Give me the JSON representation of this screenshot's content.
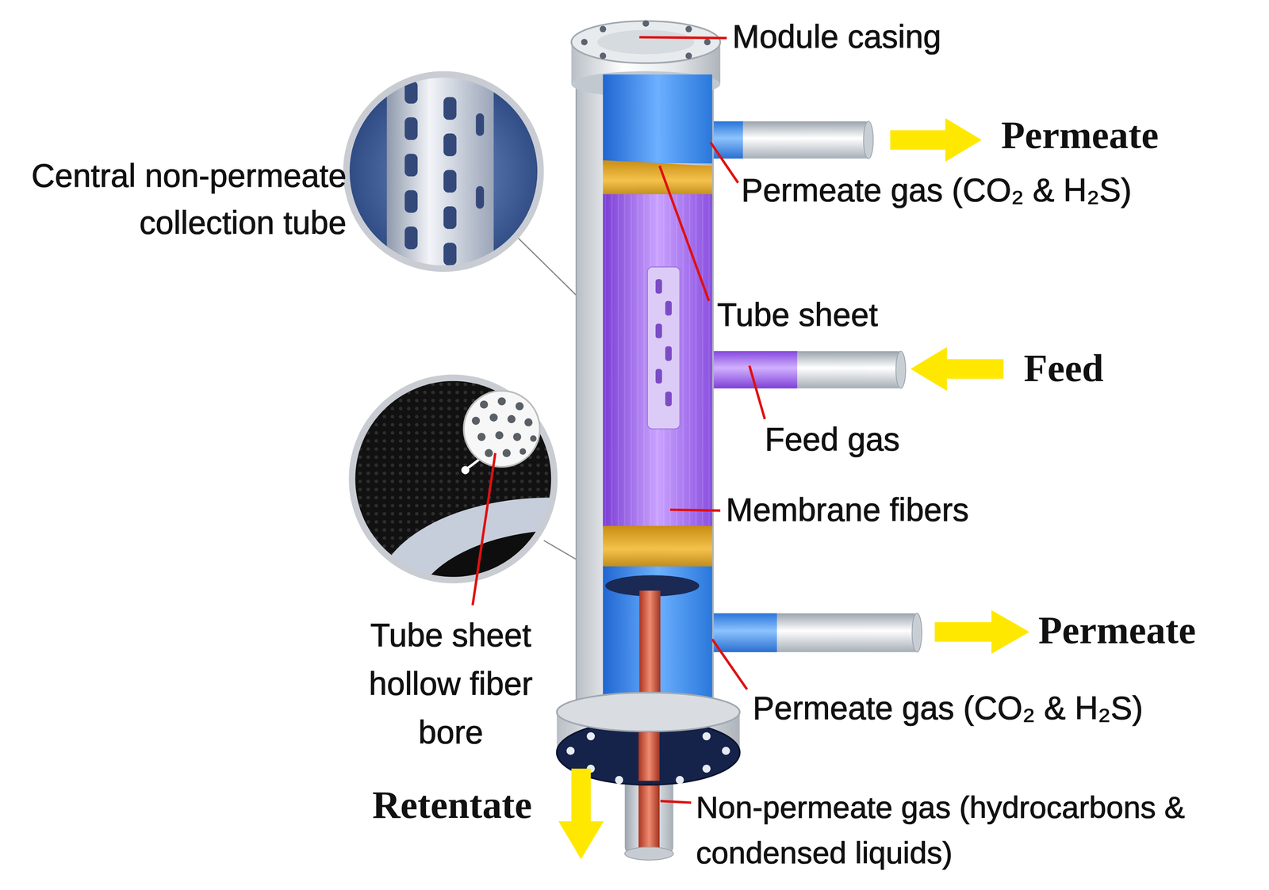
{
  "diagram": {
    "labels": [
      "Module casing",
      "Permeate",
      "Central non-permeate collection tube",
      "Permeate gas (CO₂ & H₂S)",
      "Tube sheet",
      "Feed",
      "Feed gas",
      "Membrane fibers",
      "Tube sheet hollow fiber bore",
      "Permeate",
      "Permeate gas (CO₂ & H₂S)",
      "Retentate",
      "Non-permeate gas (hydrocarbons & condensed liquids)"
    ]
  }
}
